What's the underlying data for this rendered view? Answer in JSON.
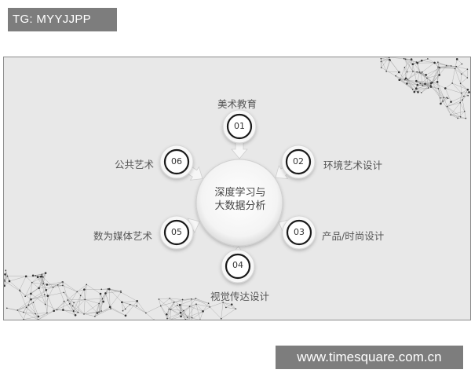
{
  "header_tag": "TG: MYYJJPP",
  "watermark": "www.timesquare.com.cn",
  "diagram": {
    "center_line1": "深度学习与",
    "center_line2": "大数据分析",
    "nodes": [
      {
        "number": "01",
        "label": "美术教育"
      },
      {
        "number": "02",
        "label": "环境艺术设计"
      },
      {
        "number": "03",
        "label": "产品/时尚设计"
      },
      {
        "number": "04",
        "label": "视觉传达设计"
      },
      {
        "number": "05",
        "label": "数为媒体艺术"
      },
      {
        "number": "06",
        "label": "公共艺术"
      }
    ]
  },
  "colors": {
    "slide_background": "#e8e8e8",
    "node_ring": "#1a1a1a",
    "badge_background": "#7d7d7d"
  }
}
